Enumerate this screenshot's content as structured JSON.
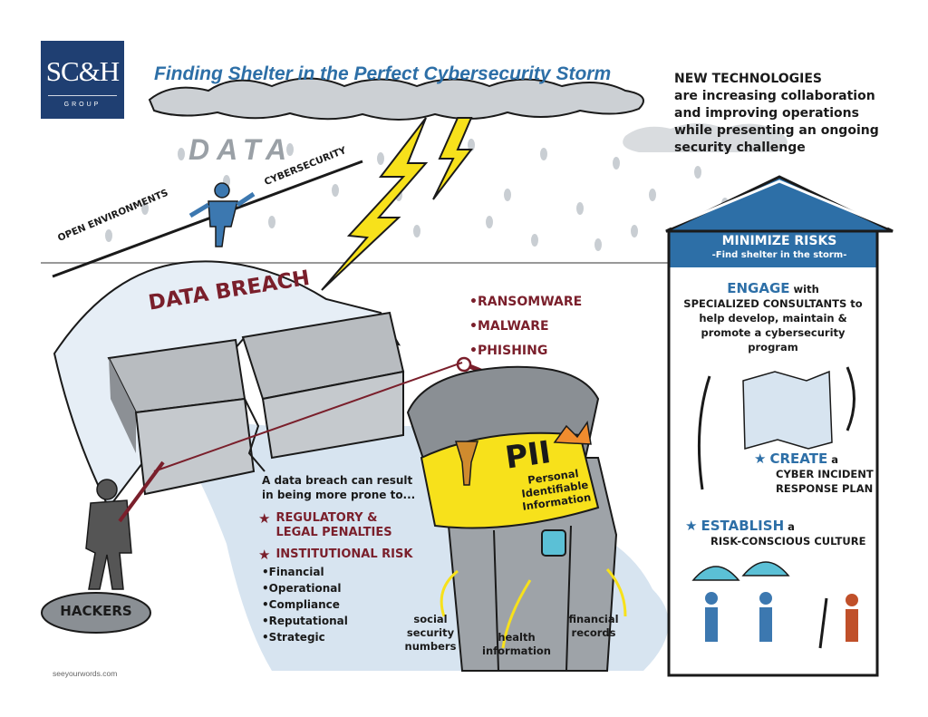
{
  "logo": {
    "main": "SC&H",
    "sub": "GROUP"
  },
  "title": "Finding Shelter in the Perfect Cybersecurity Storm",
  "intro": {
    "line1": "NEW TECHNOLOGIES",
    "line2": "are increasing collaboration",
    "line3": "and improving operations",
    "line4": "while presenting an ongoing",
    "line5": "security challenge"
  },
  "storm": {
    "data_word": "DATA",
    "rope_left": "OPEN ENVIRONMENTS",
    "rope_right": "CYBERSECURITY"
  },
  "breach": {
    "label": "DATA BREACH",
    "threats": [
      "•RANSOMWARE",
      "•MALWARE",
      "•PHISHING"
    ],
    "result_intro": "A data breach can result in being more prone to...",
    "regulatory": "REGULATORY & LEGAL PENALTIES",
    "institutional": "INSTITUTIONAL RISK",
    "institutional_items": [
      "•Financial",
      "•Operational",
      "•Compliance",
      "•Reputational",
      "•Strategic"
    ]
  },
  "hackers": {
    "label": "HACKERS"
  },
  "pii": {
    "title": "PII",
    "subtitle": "Personal Identifiable Information",
    "labels": {
      "ssn": "social security numbers",
      "health": "health information",
      "financial": "financial records"
    }
  },
  "shelter": {
    "title": "MINIMIZE RISKS",
    "subtitle": "-Find shelter in the storm-",
    "engage_word": "ENGAGE",
    "engage_rest": " with",
    "engage_body": "SPECIALIZED CONSULTANTS to help develop, maintain & promote a cybersecurity program",
    "create_word": "CREATE",
    "create_rest": " a",
    "create_body": "CYBER INCIDENT RESPONSE PLAN",
    "establish_word": "ESTABLISH",
    "establish_rest": " a",
    "establish_body": "RISK-CONSCIOUS CULTURE"
  },
  "credit": "seeyourwords.com",
  "colors": {
    "blue": "#2d6fa7",
    "maroon": "#7a1f2b",
    "navy": "#1f3f72",
    "yellow": "#f7e11b",
    "gray": "#a7abaf",
    "water": "#d7e4f0"
  }
}
